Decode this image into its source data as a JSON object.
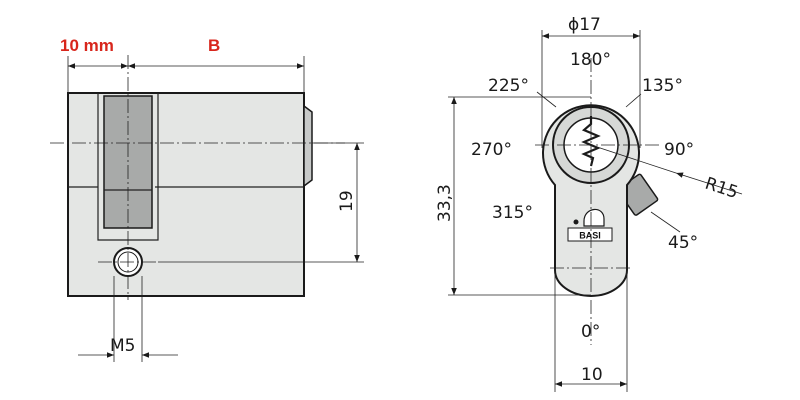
{
  "colors": {
    "accent_red": "#d8261c",
    "body_fill": "#e4e6e4",
    "cam_fill": "#a8aaa9",
    "line": "#1a1a1a"
  },
  "side_view": {
    "label_10mm": "10 mm",
    "label_b": "B",
    "dim_19": "19",
    "dim_m5": "M5"
  },
  "front_view": {
    "dim_diameter": "ϕ17",
    "dim_height": "33,3",
    "dim_width": "10",
    "dim_radius": "R15",
    "angle_0": "0°",
    "angle_45": "45°",
    "angle_90": "90°",
    "angle_135": "135°",
    "angle_180": "180°",
    "angle_225": "225°",
    "angle_270": "270°",
    "angle_315": "315°",
    "brand": "BASI"
  }
}
